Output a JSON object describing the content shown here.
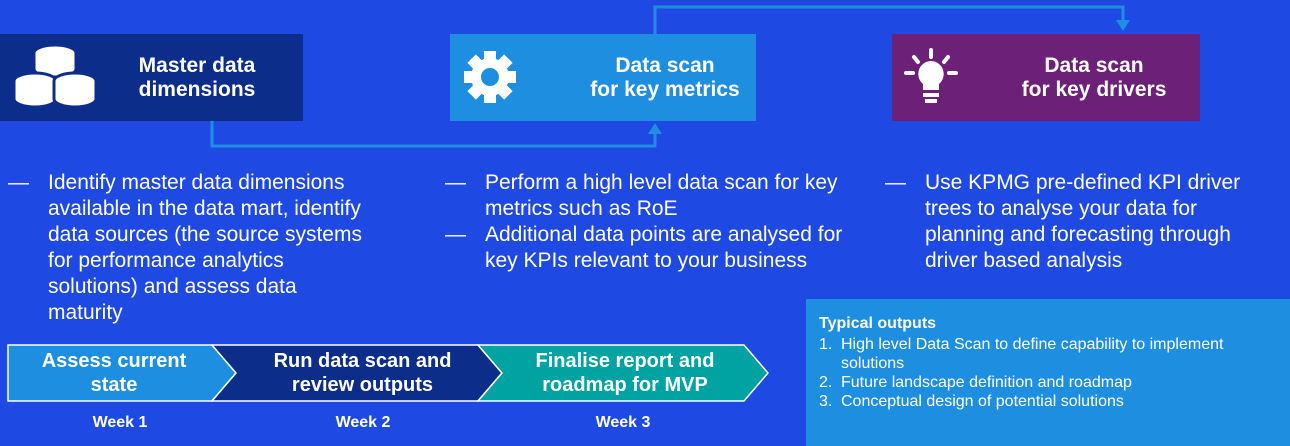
{
  "boxes": [
    {
      "title": "Master data\ndimensions",
      "icon": "database-icon",
      "color": "#0C2E8A"
    },
    {
      "title": "Data scan\nfor key metrics",
      "icon": "gear-icon",
      "color": "#1E8FE0"
    },
    {
      "title": "Data scan\nfor key drivers",
      "icon": "lightbulb-icon",
      "color": "#6D2077"
    }
  ],
  "columns": [
    {
      "bullets": [
        "Identify master data dimensions available in the data mart, identify data sources (the source systems for performance analytics solutions) and assess data maturity"
      ]
    },
    {
      "bullets": [
        "Perform a high level data scan for key metrics such as RoE",
        "Additional data points are analysed for key KPIs relevant to your business"
      ]
    },
    {
      "bullets": [
        "Use KPMG pre-defined KPI driver trees to analyse your data for planning and forecasting through driver based analysis"
      ]
    }
  ],
  "outputs": {
    "heading": "Typical outputs",
    "items": [
      {
        "num": "1.",
        "text": "High level Data Scan to define capability to implement solutions"
      },
      {
        "num": "2.",
        "text": "Future landscape definition and roadmap"
      },
      {
        "num": "3.",
        "text": "Conceptual design of potential solutions"
      }
    ]
  },
  "timeline": {
    "stages": [
      {
        "label": "Assess current\nstate",
        "week": "Week 1",
        "color": "#1E8FE0"
      },
      {
        "label": "Run data scan and\nreview outputs",
        "week": "Week 2",
        "color": "#0C2E8A"
      },
      {
        "label": "Finalise report and\nroadmap for MVP",
        "week": "Week 3",
        "color": "#00A3A1"
      }
    ]
  }
}
